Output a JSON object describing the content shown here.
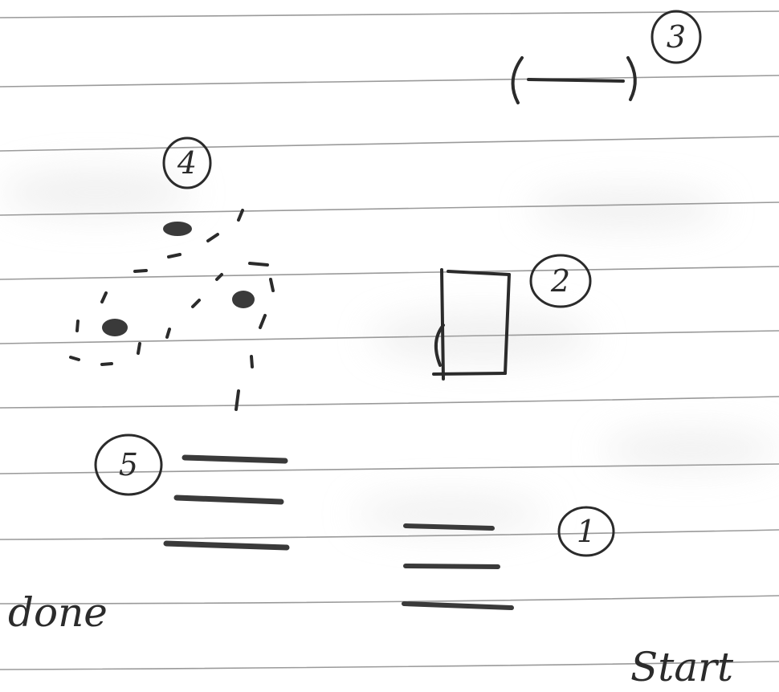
{
  "steps": [
    {
      "id": "1",
      "label": "1",
      "glyph": "three-horizontal-lines"
    },
    {
      "id": "2",
      "label": "2",
      "glyph": "rectangle"
    },
    {
      "id": "3",
      "label": "3",
      "glyph": "bracketed-dash"
    },
    {
      "id": "4",
      "label": "4",
      "glyph": "dashed-circle-with-three-dots"
    },
    {
      "id": "5",
      "label": "5",
      "glyph": "three-horizontal-lines"
    }
  ],
  "start_label": "Start",
  "done_label": "done",
  "colors": {
    "paper": "#ffffff",
    "ruled_line": "#9a9a9a",
    "ink": "#2b2b2b",
    "smudge": "#e4e4e4"
  }
}
